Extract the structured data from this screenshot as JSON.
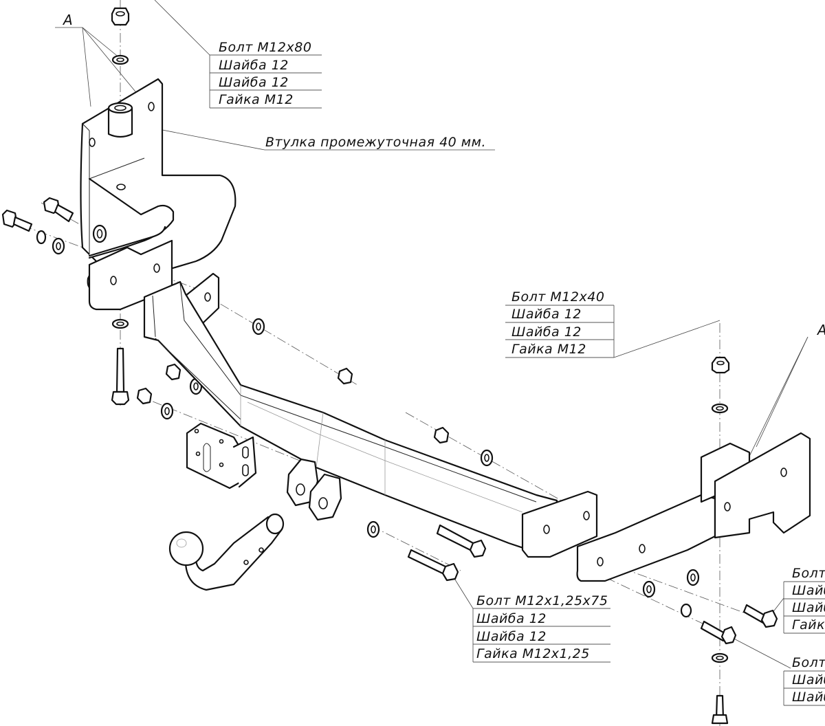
{
  "view_marker": "A",
  "callouts": {
    "top_left": [
      "Болт М12х80",
      "Шайба 12",
      "Шайба 12",
      "Гайка М12"
    ],
    "bushing": "Втулка промежуточная 40 мм.",
    "top_right": [
      "Болт М12х40",
      "Шайба 12",
      "Шайба 12",
      "Гайка М12"
    ],
    "bottom_center": [
      "Болт М12х1,25х75",
      "Шайба 12",
      "Шайба 12",
      "Гайка М12х1,25"
    ],
    "right_1": [
      "Болт",
      "Шайб",
      "Шайб",
      "Гайк"
    ],
    "right_2": [
      "Болт",
      "Шайб",
      "Шайб"
    ]
  },
  "colors": {
    "line": "#111111",
    "background": "#ffffff"
  }
}
